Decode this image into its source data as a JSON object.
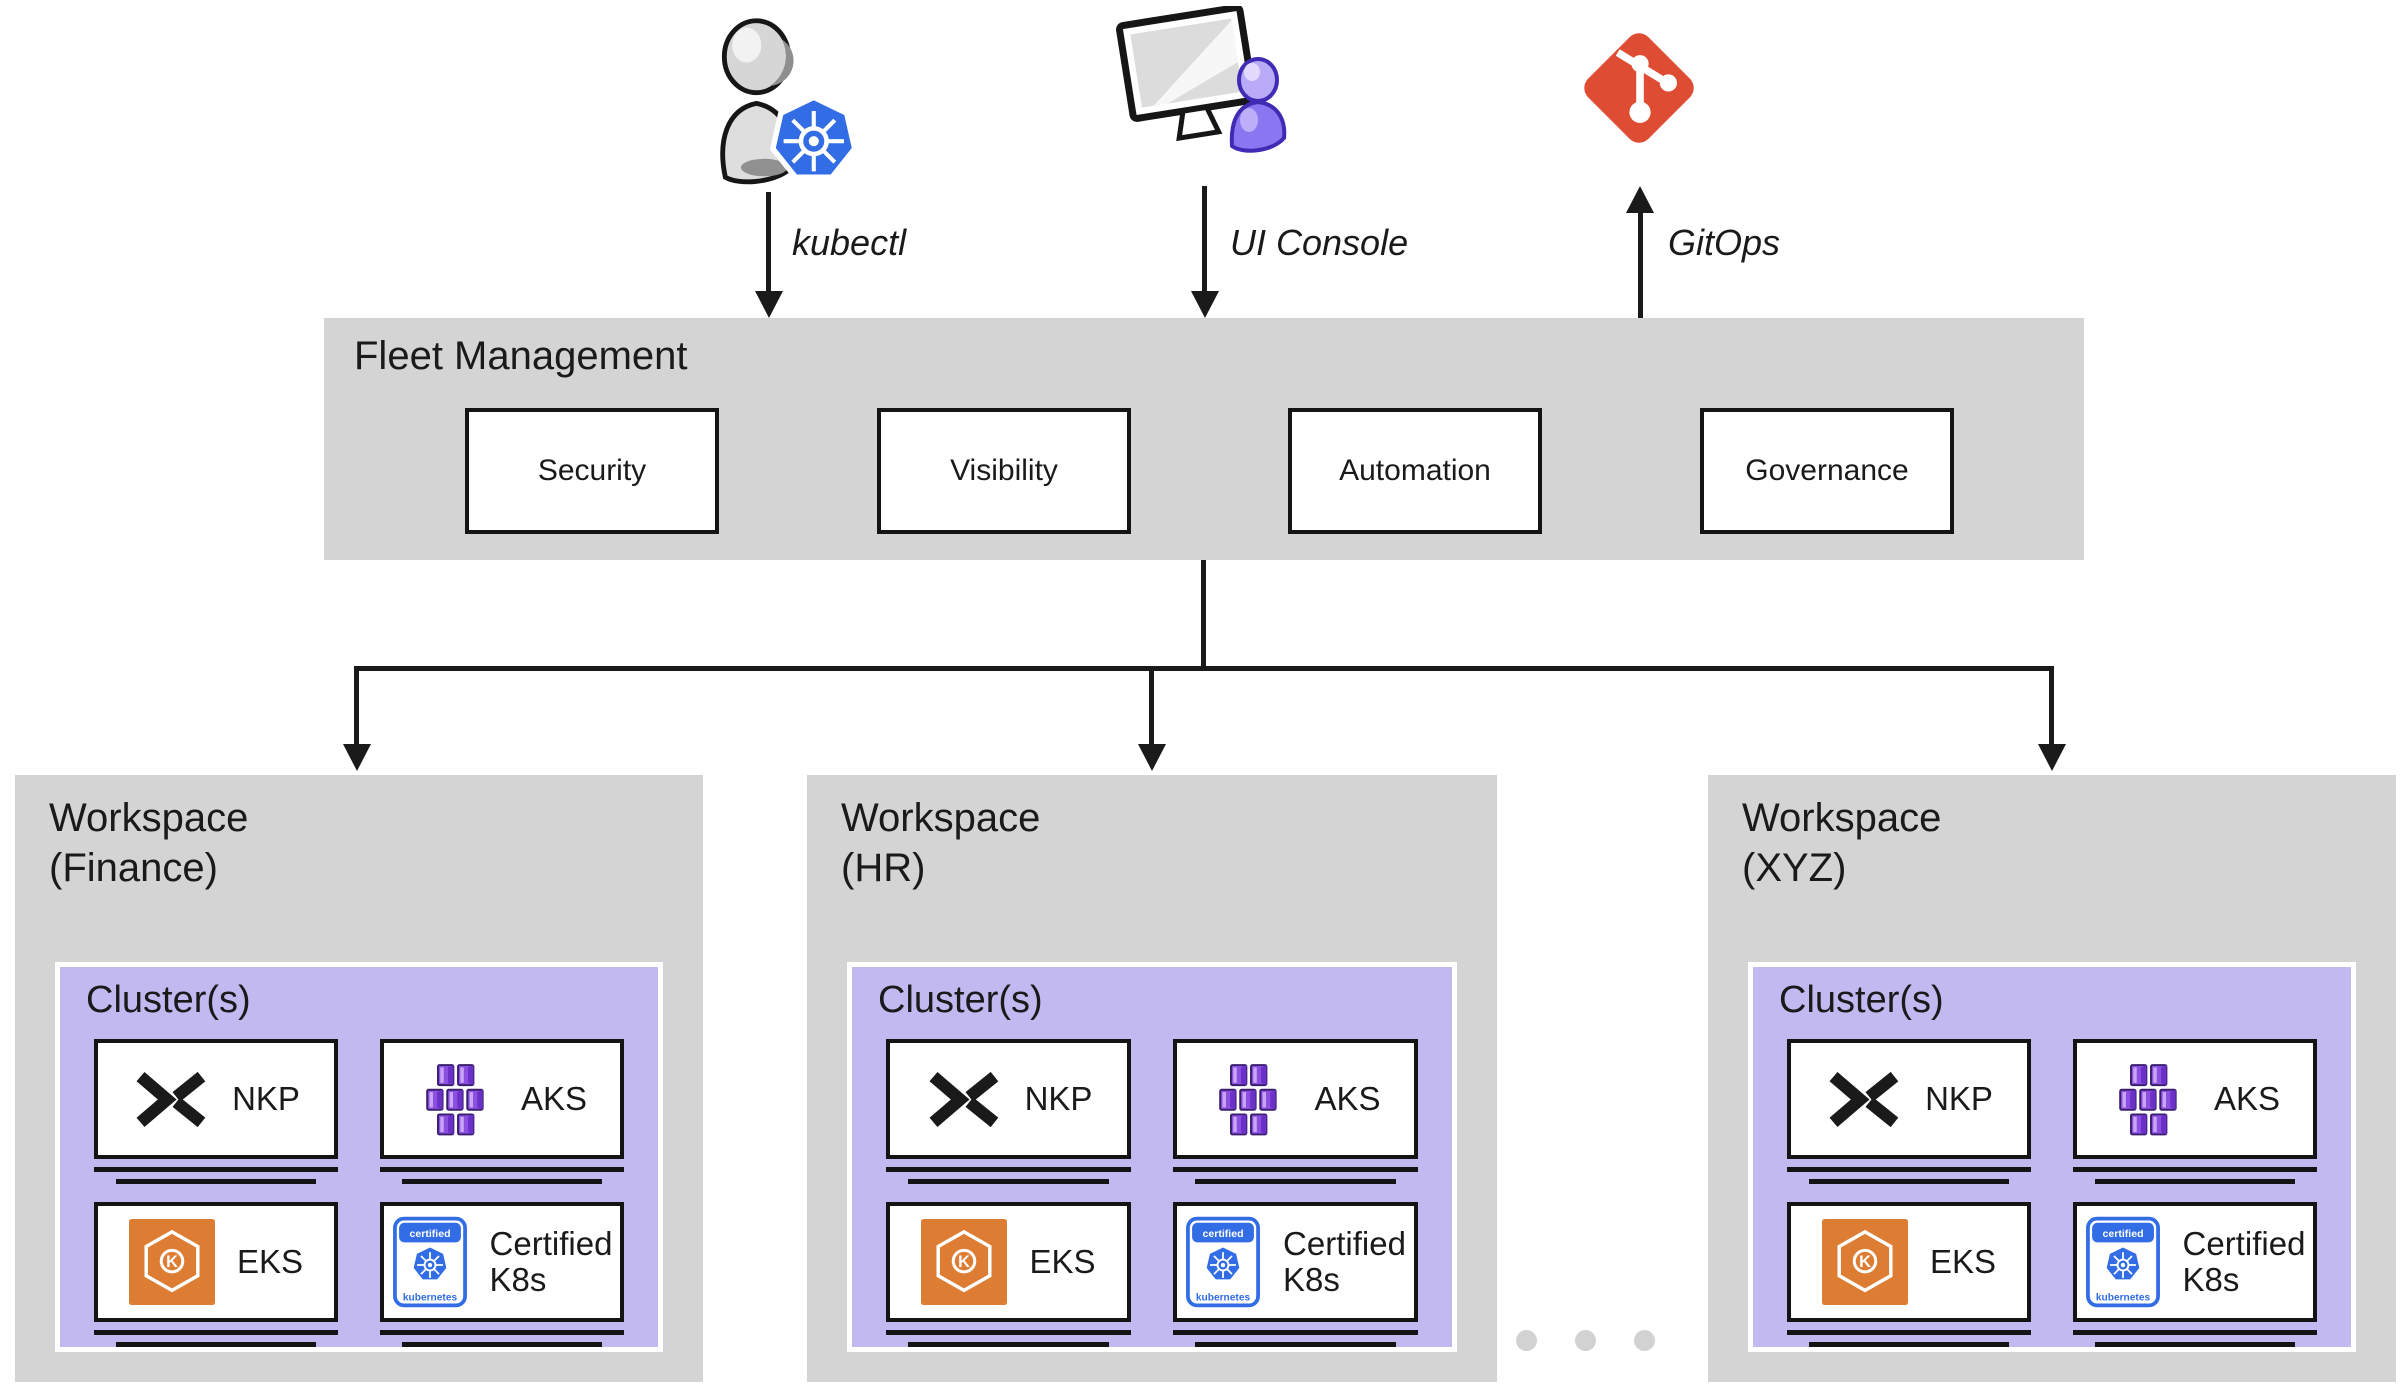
{
  "methods": [
    {
      "label": "kubectl",
      "icon": "user-kubernetes-icon",
      "direction": "down"
    },
    {
      "label": "UI Console",
      "icon": "console-user-icon",
      "direction": "down"
    },
    {
      "label": "GitOps",
      "icon": "git-icon",
      "direction": "up"
    }
  ],
  "fleet": {
    "title": "Fleet Management",
    "capabilities": [
      "Security",
      "Visibility",
      "Automation",
      "Governance"
    ]
  },
  "workspaces": [
    {
      "title": "Workspace",
      "subtitle": "(Finance)",
      "clusters_label": "Cluster(s)"
    },
    {
      "title": "Workspace",
      "subtitle": "(HR)",
      "clusters_label": "Cluster(s)"
    },
    {
      "title": "Workspace",
      "subtitle": "(XYZ)",
      "clusters_label": "Cluster(s)"
    }
  ],
  "cluster_types": [
    {
      "label": "NKP",
      "icon": "nutanix-x-icon"
    },
    {
      "label": "AKS",
      "icon": "aks-cubes-icon"
    },
    {
      "label": "EKS",
      "icon": "eks-hexagon-icon"
    },
    {
      "label": "Certified\nK8s",
      "icon": "certified-kubernetes-badge-icon"
    }
  ],
  "badge": {
    "top": "certified",
    "bottom": "kubernetes"
  },
  "icons": {
    "eks_letter": "K"
  },
  "ellipsis_dot_count": 3,
  "colors": {
    "box_gray": "#d4d4d4",
    "cluster_purple": "#c3b9f1",
    "ink": "#1a1a1a",
    "git_red": "#de4c33",
    "kubernetes_blue": "#326de6",
    "eks_orange": "#dd7d33",
    "aks_purple": "#8c4fe0"
  }
}
